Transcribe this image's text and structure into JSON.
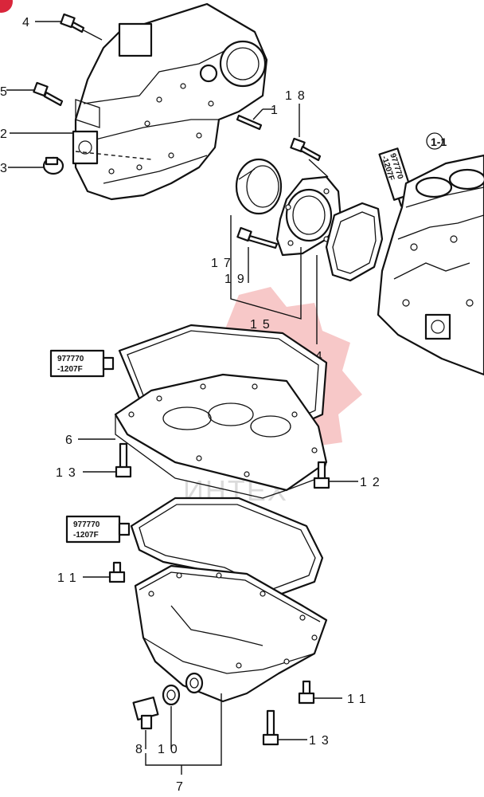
{
  "callouts": {
    "c4": "4",
    "c5": "5",
    "c2": "2",
    "c3": "3",
    "c1": "1",
    "c18": "18",
    "c1_1": "1-1",
    "c17": "17",
    "c19": "19",
    "c15": "15",
    "c14": "14",
    "c6": "6",
    "c13_top": "13",
    "c12": "12",
    "c11_left": "11",
    "c11_right": "11",
    "c13_bottom": "13",
    "c8": "8",
    "c10": "10",
    "c7": "7"
  },
  "sealant_tubes": [
    {
      "line1": "977770",
      "line2": "-1207F"
    },
    {
      "line1": "977770",
      "line2": "-1207F"
    },
    {
      "line1": "977770",
      "line2": "-1207F"
    }
  ],
  "watermark": {
    "text": "ИНТЕХ"
  },
  "colors": {
    "watermark_red": "#e23a3a",
    "line": "#111111"
  }
}
